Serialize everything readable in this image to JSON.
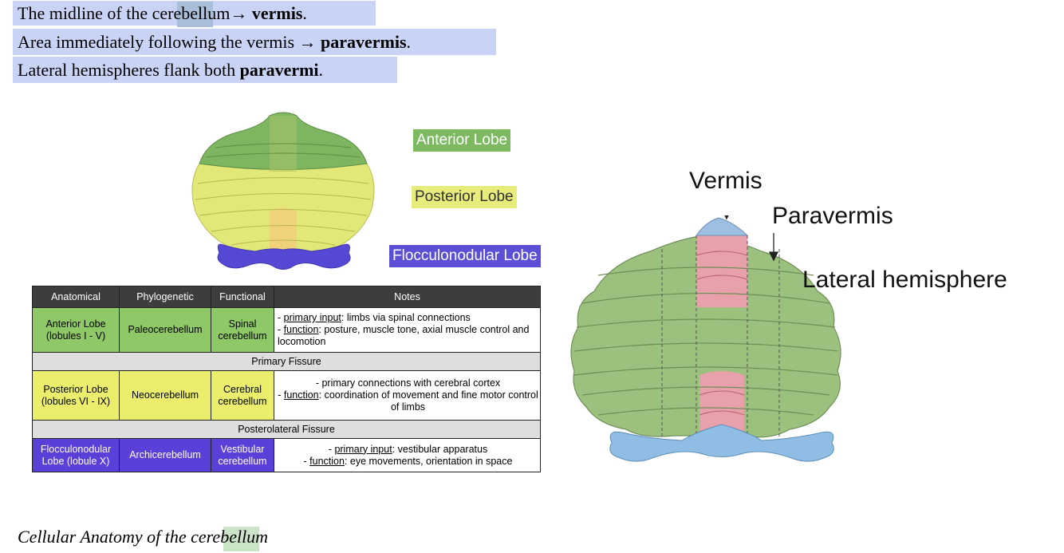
{
  "text_lines": {
    "line1": {
      "a": "The midline of the ",
      "hl": "cere",
      "b": "bellum→ ",
      "bold": "vermis",
      "c": "."
    },
    "line2": {
      "a": "Area immediately following the vermis → ",
      "bold": "paravermis",
      "c": "."
    },
    "line3": {
      "a": "Lateral hemispheres flank both ",
      "bold": "paravermi",
      "c": "."
    }
  },
  "left_figure": {
    "legend": {
      "anterior": "Anterior Lobe",
      "posterior": "Posterior Lobe",
      "flocculonodular": "Flocculonodular Lobe"
    },
    "colors": {
      "anterior": "#7cb960",
      "posterior": "#e8ec7a",
      "flocculonodular": "#5a4fd6"
    }
  },
  "table": {
    "headers": [
      "Anatomical",
      "Phylogenetic",
      "Functional",
      "Notes"
    ],
    "row1": {
      "anat_1": "Anterior Lobe",
      "anat_2": "(lobules I - V)",
      "phylo": "Paleocerebellum",
      "func_1": "Spinal",
      "func_2": "cerebellum",
      "n1_u": "primary input",
      "n1": ": limbs via spinal connections",
      "n2_u": "function",
      "n2": ": posture, muscle tone, axial muscle control and locomotion"
    },
    "fissure1": "Primary Fissure",
    "row2": {
      "anat_1": "Posterior Lobe",
      "anat_2": "(lobules VI - IX)",
      "phylo": "Neocerebellum",
      "func_1": "Cerebral",
      "func_2": "cerebellum",
      "n1": "- primary connections with cerebral cortex",
      "n2_u": "function",
      "n2": ": coordination of movement and fine motor control of limbs"
    },
    "fissure2": "Posterolateral Fissure",
    "row3": {
      "anat_1": "Flocculonodular",
      "anat_2": "Lobe (lobule X)",
      "phylo": "Archicerebellum",
      "func_1": "Vestibular",
      "func_2": "cerebellum",
      "n1_u": "primary input",
      "n1": ": vestibular apparatus",
      "n2_u": "function",
      "n2": ": eye movements, orientation in space"
    },
    "dash": "- "
  },
  "right_figure": {
    "vermis": "Vermis",
    "paravermis": "Paravermis",
    "lateral": "Lateral hemisphere"
  },
  "caption": {
    "a": "Cellular Anatomy of the ",
    "hl": "cere",
    "b": "bellum"
  }
}
